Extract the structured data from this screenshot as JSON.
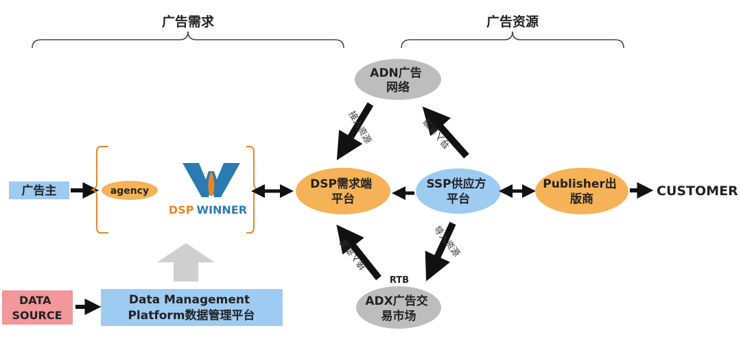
{
  "header": {
    "demand": "广告需求",
    "supply": "广告资源"
  },
  "nodes": {
    "advertiser": "广告主",
    "agency": "agency",
    "dsp_winner": {
      "initial": "W",
      "word1": "DSP",
      "word2": "WINNER"
    },
    "data_source": {
      "line1": "DATA",
      "line2": "SOURCE"
    },
    "dmp": {
      "line1": "Data Management",
      "line2": "Platform数据管理平台"
    },
    "dsp": {
      "line1": "DSP需求端",
      "line2": "平台"
    },
    "adn": {
      "line1": "ADN广告",
      "line2": "网络"
    },
    "ssp": {
      "line1": "SSP供应方",
      "line2": "平台"
    },
    "publisher": {
      "line1": "Publisher出",
      "line2": "版商"
    },
    "adx": {
      "line1": "ADX广告交",
      "line2": "易市场"
    },
    "customer": "CUSTOMER",
    "rtb": "RTB"
  },
  "edge_labels": {
    "adn_to_dsp": "接入资源",
    "ssp_to_adn": "导入资源",
    "ssp_to_adx": "导入资源",
    "adx_to_dsp": "接入资源"
  },
  "colors": {
    "orange": "#f6b256",
    "blue": "#9ecbf2",
    "gray": "#bdbdbd",
    "pink": "#f2979a",
    "brace": "#e8862a",
    "arrow": "#111111",
    "big_arrow": "#cfcfcf",
    "logo_blue": "#2b7bb0",
    "logo_orange": "#e8862a"
  }
}
